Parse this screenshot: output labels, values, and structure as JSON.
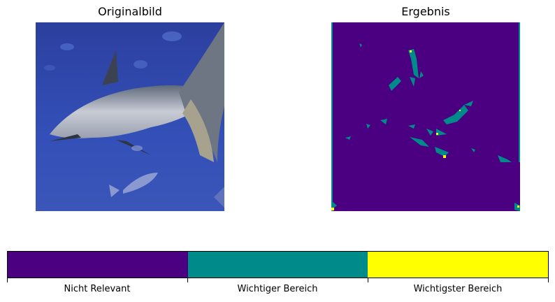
{
  "panels": {
    "original": {
      "title": "Originalbild",
      "image": "shark-underwater-photo"
    },
    "result": {
      "title": "Ergebnis",
      "image": "importance-heatmap"
    }
  },
  "legend": {
    "categories": [
      {
        "label": "Nicht Relevant",
        "color": "#4b0082"
      },
      {
        "label": "Wichtiger Bereich",
        "color": "#008b8b"
      },
      {
        "label": "Wichtigster Bereich",
        "color": "#ffff00"
      }
    ]
  },
  "colors": {
    "background_heatmap": "#4b0082",
    "water": "#2f45a8"
  }
}
